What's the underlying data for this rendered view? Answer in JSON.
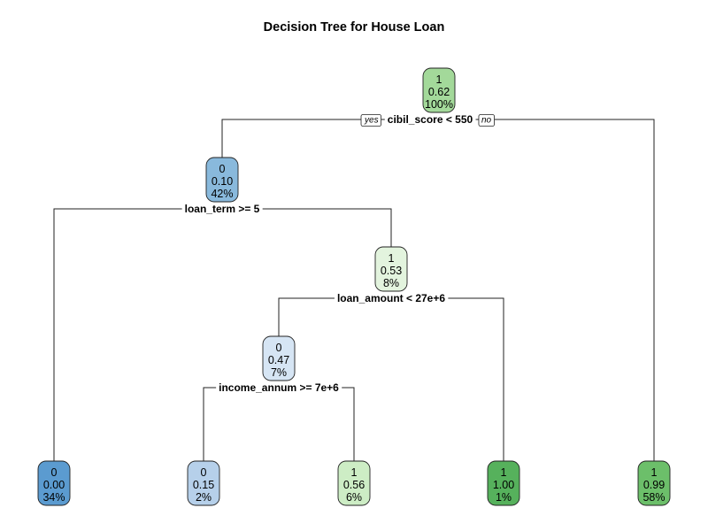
{
  "title": "Decision Tree for House Loan",
  "branch_tags": {
    "yes": "yes",
    "no": "no"
  },
  "nodes": [
    {
      "id": "root",
      "class": "1",
      "prob": "0.62",
      "pct": "100%",
      "color": "#a3d99a"
    },
    {
      "id": "n2",
      "class": "0",
      "prob": "0.10",
      "pct": "42%",
      "color": "#89b9dc"
    },
    {
      "id": "n5",
      "class": "1",
      "prob": "0.53",
      "pct": "8%",
      "color": "#e3f4de"
    },
    {
      "id": "n10",
      "class": "0",
      "prob": "0.47",
      "pct": "7%",
      "color": "#d6e5f4"
    },
    {
      "id": "leaf1",
      "class": "0",
      "prob": "0.00",
      "pct": "34%",
      "color": "#5b9bd0"
    },
    {
      "id": "leaf2",
      "class": "0",
      "prob": "0.15",
      "pct": "2%",
      "color": "#b6d0ea"
    },
    {
      "id": "leaf3",
      "class": "1",
      "prob": "0.56",
      "pct": "6%",
      "color": "#cdedc5"
    },
    {
      "id": "leaf4",
      "class": "1",
      "prob": "1.00",
      "pct": "1%",
      "color": "#56b15c"
    },
    {
      "id": "leaf5",
      "class": "1",
      "prob": "0.99",
      "pct": "58%",
      "color": "#6cbf6a"
    }
  ],
  "splits": [
    {
      "id": "s_root",
      "label": "cibil_score < 550"
    },
    {
      "id": "s_n2",
      "label": "loan_term >= 5"
    },
    {
      "id": "s_n5",
      "label": "loan_amount < 27e+6"
    },
    {
      "id": "s_n10",
      "label": "income_annum >= 7e+6"
    }
  ]
}
